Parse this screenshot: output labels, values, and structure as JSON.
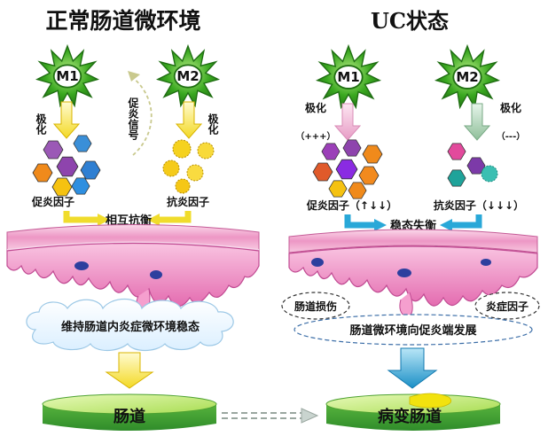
{
  "colors": {
    "star_green": "#3aa820",
    "star_dark": "#1f6e12",
    "arrow_yellow": "#f5e43a",
    "arrow_blue": "#29a8d8",
    "arrow_pink": "#f3b6d6",
    "arrow_sage": "#9bc8a6",
    "mucosa_pink": "#f08bc3",
    "dish_green": "#9bd24c",
    "lesion_yellow": "#f2e20e"
  },
  "left": {
    "title": "正常肠道微环境",
    "m1": "M1",
    "m2": "M2",
    "polarize_m1": "极化",
    "polarize_m2": "极化",
    "signal": "促炎信号",
    "proinflam": "促炎因子",
    "antiinflam": "抗炎因子",
    "mutual": "相互抗衡",
    "homeostasis": "维持肠道内炎症微环境稳态",
    "intestine": "肠道"
  },
  "right": {
    "title": "UC状态",
    "m1": "M1",
    "m2": "M2",
    "polarize_m1": "极化",
    "polarize_m2": "极化",
    "m1_level": "（+++）",
    "m2_level": "（---）",
    "proinflam": "促炎因子（↑↓↓）",
    "antiinflam": "抗炎因子（↓↓↓）",
    "imbalance": "稳态失衡",
    "damage": "肠道损伤",
    "inflam_factor": "炎症因子",
    "shift": "肠道微环境向促炎端发展",
    "lesion": "病变肠道"
  }
}
